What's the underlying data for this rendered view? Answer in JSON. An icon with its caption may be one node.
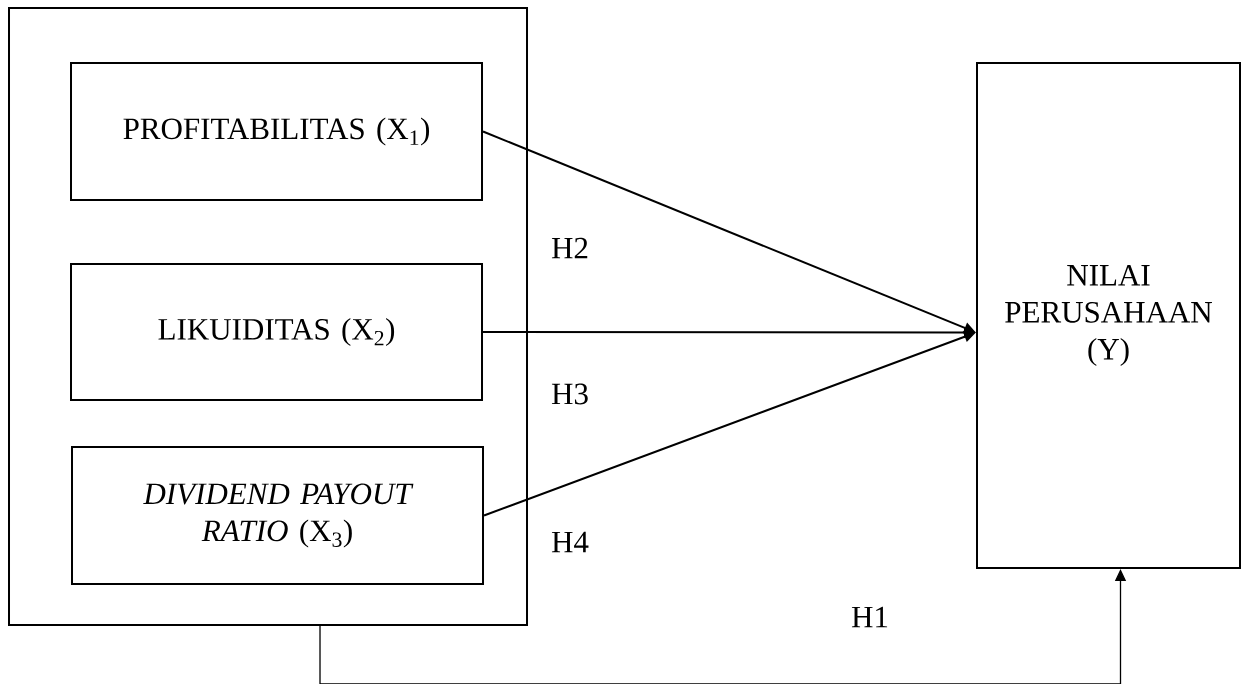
{
  "diagram": {
    "nodes": [
      {
        "text": [],
        "shape": "box"
      },
      {
        "text": [
          "PROFITABILITAS (X$_{1}$)"
        ],
        "in": 0
      },
      {
        "text": [
          "LIKUIDITAS (X$_{2}$)"
        ],
        "in": 0
      },
      {
        "text": [
          "*DIVIDEND PAYOUT RATIO* (X$_{3}$)"
        ],
        "in": 0
      },
      {
        "text": [
          "NILAI PERUSAHAAN (Y)"
        ]
      }
    ],
    "edges": [
      {
        "from": 1,
        "to": 4,
        "arrow": "to",
        "label": "H2"
      },
      {
        "from": 2,
        "to": 4,
        "arrow": "to",
        "label": "H3"
      },
      {
        "from": 3,
        "to": 4,
        "arrow": "to",
        "label": "H4"
      },
      {
        "from": 0,
        "to": 4,
        "arrow": "to",
        "label": "H1"
      }
    ]
  }
}
